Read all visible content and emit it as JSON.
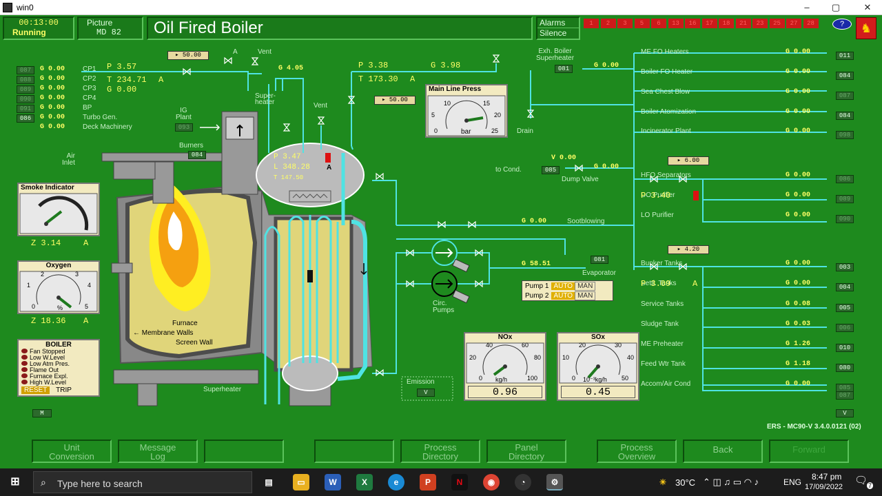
{
  "window": {
    "title": "win0",
    "min": "–",
    "max": "▢",
    "close": "✕"
  },
  "header": {
    "time": "00:13:00",
    "state": "Running",
    "picture_label": "Picture",
    "picture_id": "MD  82",
    "title": "Oil Fired Boiler",
    "alarms_label": "Alarms",
    "silence_label": "Silence",
    "alarm_numbers": [
      "1",
      "2",
      "3",
      "5",
      "6",
      "13",
      "16",
      "17",
      "18",
      "21",
      "23",
      "25",
      "27",
      "28"
    ],
    "help": "?"
  },
  "left_consumers": {
    "items": [
      {
        "tag": "087",
        "g": "G 0.00",
        "name": "CP1"
      },
      {
        "tag": "088",
        "g": "G 0.00",
        "name": "CP2"
      },
      {
        "tag": "089",
        "g": "G 0.00",
        "name": "CP3"
      },
      {
        "tag": "090",
        "g": "G 0.00",
        "name": "CP4"
      },
      {
        "tag": "091",
        "g": "G 0.00",
        "name": "BP"
      },
      {
        "tag": "086",
        "g": "G 0.00",
        "name": "Turbo Gen."
      },
      {
        "tag": "",
        "g": "G 0.00",
        "name": "Deck Machinery"
      }
    ],
    "p": "P 3.57",
    "t": "T 234.71",
    "t_unit": "A",
    "g": "G 0.00"
  },
  "steam": {
    "vent_label": "Vent",
    "superheater_label": "Super-\nheater",
    "g_sh": "G 4.05",
    "main_p": "P 3.38",
    "main_t": "T 173.30",
    "main_t_unit": "A",
    "main_g": "G 3.98",
    "set_top": "▸ 50.00",
    "set_main": "▸ 50.00",
    "vent2_label": "Vent",
    "a_label": "A"
  },
  "main_line_press": {
    "title": "Main Line Press",
    "unit": "bar",
    "ticks": [
      "0",
      "5",
      "10",
      "15",
      "20",
      "25"
    ]
  },
  "drum": {
    "p": "P 3.47",
    "l": "L 348.28",
    "t": "T 147.50",
    "a": "A"
  },
  "ig_plant": {
    "label": "IG\nPlant",
    "tag": "093"
  },
  "burners": {
    "label": "Burners",
    "tag": "084"
  },
  "air_inlet": "Air\nInlet",
  "smoke": {
    "title": "Smoke Indicator",
    "z": "Z 3.14",
    "a": "A"
  },
  "oxygen": {
    "title": "Oxygen",
    "z": "Z 18.36",
    "a": "A",
    "unit": "%",
    "ticks": [
      "0",
      "1",
      "2",
      "3",
      "4",
      "5"
    ]
  },
  "furnace": {
    "furnace": "Furnace",
    "membrane": "← Membrane Walls",
    "screen": "Screen Wall",
    "superheater": "Superheater"
  },
  "boiler_trip": {
    "title": "BOILER",
    "items": [
      "Fan Stopped",
      "Low W.Level",
      "Low Atm Pres.",
      "Flame Out",
      "Furnace Expl.",
      "High W.Level"
    ],
    "reset": "RESET",
    "trip": "TRIP"
  },
  "m_button": "M",
  "exh_boiler": {
    "label": "Exh. Boiler\nSuperheater",
    "tag": "081",
    "g": "G 0.00"
  },
  "drain": "Drain",
  "dump": {
    "v": "V 0.00",
    "to_cond": "to Cond.",
    "tag": "085",
    "g": "G 0.00",
    "label": "Dump Valve"
  },
  "sootblowing": {
    "g": "G 0.00",
    "label": "Sootblowing"
  },
  "evaporator": {
    "tag": "081",
    "g": "G 58.51",
    "label": "Evaporator"
  },
  "pumps": {
    "label": "Circ.\nPumps",
    "p1": "Pump 1",
    "p2": "Pump 2",
    "auto": "AUTO",
    "man": "MAN"
  },
  "emission": {
    "label": "Emission",
    "btn": "V"
  },
  "nox": {
    "title": "NOx",
    "unit": "kg/h",
    "value": "0.96",
    "ticks": [
      "0",
      "20",
      "40",
      "60",
      "80",
      "100"
    ]
  },
  "sox": {
    "title": "SOx",
    "unit": "10⁻³kg/h",
    "value": "0.45",
    "ticks": [
      "0",
      "10",
      "20",
      "30",
      "40",
      "50"
    ]
  },
  "right_top": [
    {
      "name": "ME FO Heaters",
      "g": "G 0.00",
      "tag": "011"
    },
    {
      "name": "Boiler FO Heater",
      "g": "G 0.00",
      "tag": "084"
    },
    {
      "name": "Sea Chest Blow",
      "g": "G 0.00",
      "tag": "087"
    },
    {
      "name": "Boiler Atomization",
      "g": "G 0.00",
      "tag": "084"
    },
    {
      "name": "Incinerator Plant",
      "g": "G 0.00",
      "tag": "098"
    }
  ],
  "right_mid": {
    "set": "▸ 6.00",
    "p": "P 3.40",
    "items": [
      {
        "name": "HFO Separators",
        "g": "G 0.00",
        "tag": "086"
      },
      {
        "name": "DO Purifier",
        "g": "G 0.00",
        "tag": "089"
      },
      {
        "name": "LO Purifier",
        "g": "G 0.00",
        "tag": "090"
      }
    ]
  },
  "right_bot": {
    "set": "▸ 4.20",
    "p": "P 3.09",
    "a": "A",
    "items": [
      {
        "name": "Bunker Tanks",
        "g": "G 0.00",
        "tag": "003"
      },
      {
        "name": "Settl. Tanks",
        "g": "G 0.00",
        "tag": "004"
      },
      {
        "name": "Service Tanks",
        "g": "G 0.08",
        "tag": "005"
      },
      {
        "name": "Sludge Tank",
        "g": "G 0.03",
        "tag": "006"
      },
      {
        "name": "ME Preheater",
        "g": "G 1.26",
        "tag": "010"
      },
      {
        "name": "Feed Wtr Tank",
        "g": "G 1.18",
        "tag": "080"
      },
      {
        "name": "Accom/Air Cond",
        "g": "G 0.00",
        "tag": "085"
      }
    ],
    "extra_tag": "087",
    "v_btn": "V"
  },
  "version": "ERS - MC90-V 3.4.0.0121 (02)",
  "nav": [
    "Unit\nConversion",
    "Message\nLog",
    "",
    "",
    "Process\nDirectory",
    "Panel\nDirectory",
    "Process\nOverview",
    "Back",
    "Forward"
  ],
  "taskbar": {
    "search_placeholder": "Type here to search",
    "temp": "30°C",
    "lang": "ENG",
    "time": "8:47 pm",
    "date": "17/09/2022",
    "notif": "7"
  }
}
